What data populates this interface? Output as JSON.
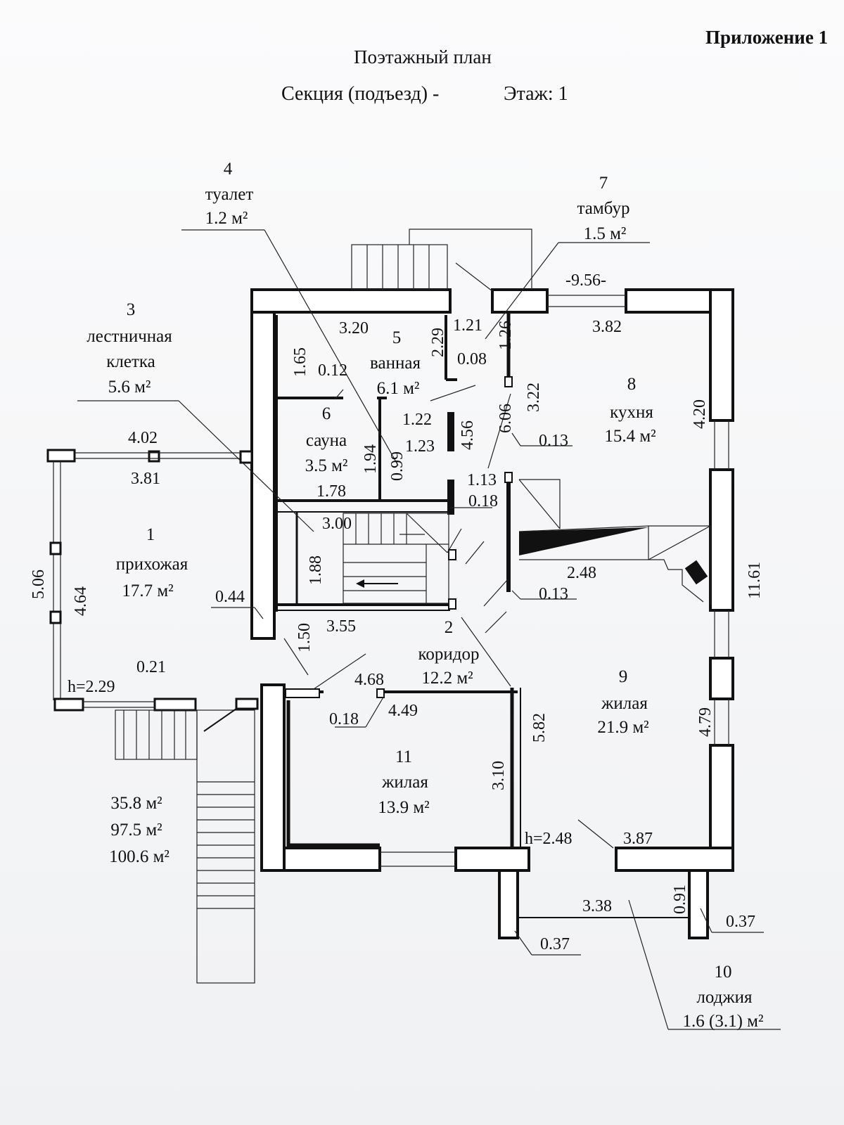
{
  "header": {
    "appendix": "Приложение 1",
    "title": "Поэтажный план",
    "section": "Секция (подъезд) -",
    "floor": "Этаж: 1"
  },
  "rooms": [
    {
      "num": "1",
      "name": "прихожая",
      "area": "17.7 м²"
    },
    {
      "num": "2",
      "name": "коридор",
      "area": "12.2 м²"
    },
    {
      "num": "3",
      "name1": "лестничная",
      "name2": "клетка",
      "area": "5.6 м²"
    },
    {
      "num": "4",
      "name": "туалет",
      "area": "1.2 м²"
    },
    {
      "num": "5",
      "name": "ванная",
      "area": "6.1 м²"
    },
    {
      "num": "6",
      "name": "сауна",
      "area": "3.5 м²"
    },
    {
      "num": "7",
      "name": "тамбур",
      "area": "1.5 м²"
    },
    {
      "num": "8",
      "name": "кухня",
      "area": "15.4 м²"
    },
    {
      "num": "9",
      "name": "жилая",
      "area": "21.9 м²"
    },
    {
      "num": "10",
      "name": "лоджия",
      "area": "1.6 (3.1) м²"
    },
    {
      "num": "11",
      "name": "жилая",
      "area": "13.9 м²"
    }
  ],
  "totals": [
    "35.8 м²",
    "97.5 м²",
    "100.6 м²"
  ],
  "dimensions": {
    "d_9_56": "-9.56-",
    "d_3_82": "3.82",
    "d_4_20": "4.20",
    "d_11_61": "11.61",
    "d_4_79": "4.79",
    "d_3_87": "3.87",
    "d_3_38": "3.38",
    "d_0_91": "0.91",
    "d_0_37a": "0.37",
    "d_0_37b": "0.37",
    "d_3_20": "3.20",
    "d_2_29": "2.29",
    "d_1_21": "1.21",
    "d_1_26": "1.26",
    "d_0_08": "0.08",
    "d_1_65": "1.65",
    "d_0_12": "0.12",
    "d_3_22": "3.22",
    "d_6_06": "6.06",
    "d_0_13a": "0.13",
    "d_1_22": "1.22",
    "d_1_23": "1.23",
    "d_4_56": "4.56",
    "d_1_94": "1.94",
    "d_0_99": "0.99",
    "d_1_78": "1.78",
    "d_1_13": "1.13",
    "d_0_18a": "0.18",
    "d_3_00": "3.00",
    "d_1_88": "1.88",
    "d_2_48": "2.48",
    "d_0_13b": "0.13",
    "d_4_02": "4.02",
    "d_3_81": "3.81",
    "d_5_06": "5.06",
    "d_4_64": "4.64",
    "d_0_44": "0.44",
    "d_1_50": "1.50",
    "d_3_55": "3.55",
    "d_0_21": "0.21",
    "d_h229": "h=2.29",
    "d_4_68": "4.68",
    "d_4_49": "4.49",
    "d_0_18b": "0.18",
    "d_5_82": "5.82",
    "d_3_10": "3.10",
    "d_h248": "h=2.48"
  }
}
